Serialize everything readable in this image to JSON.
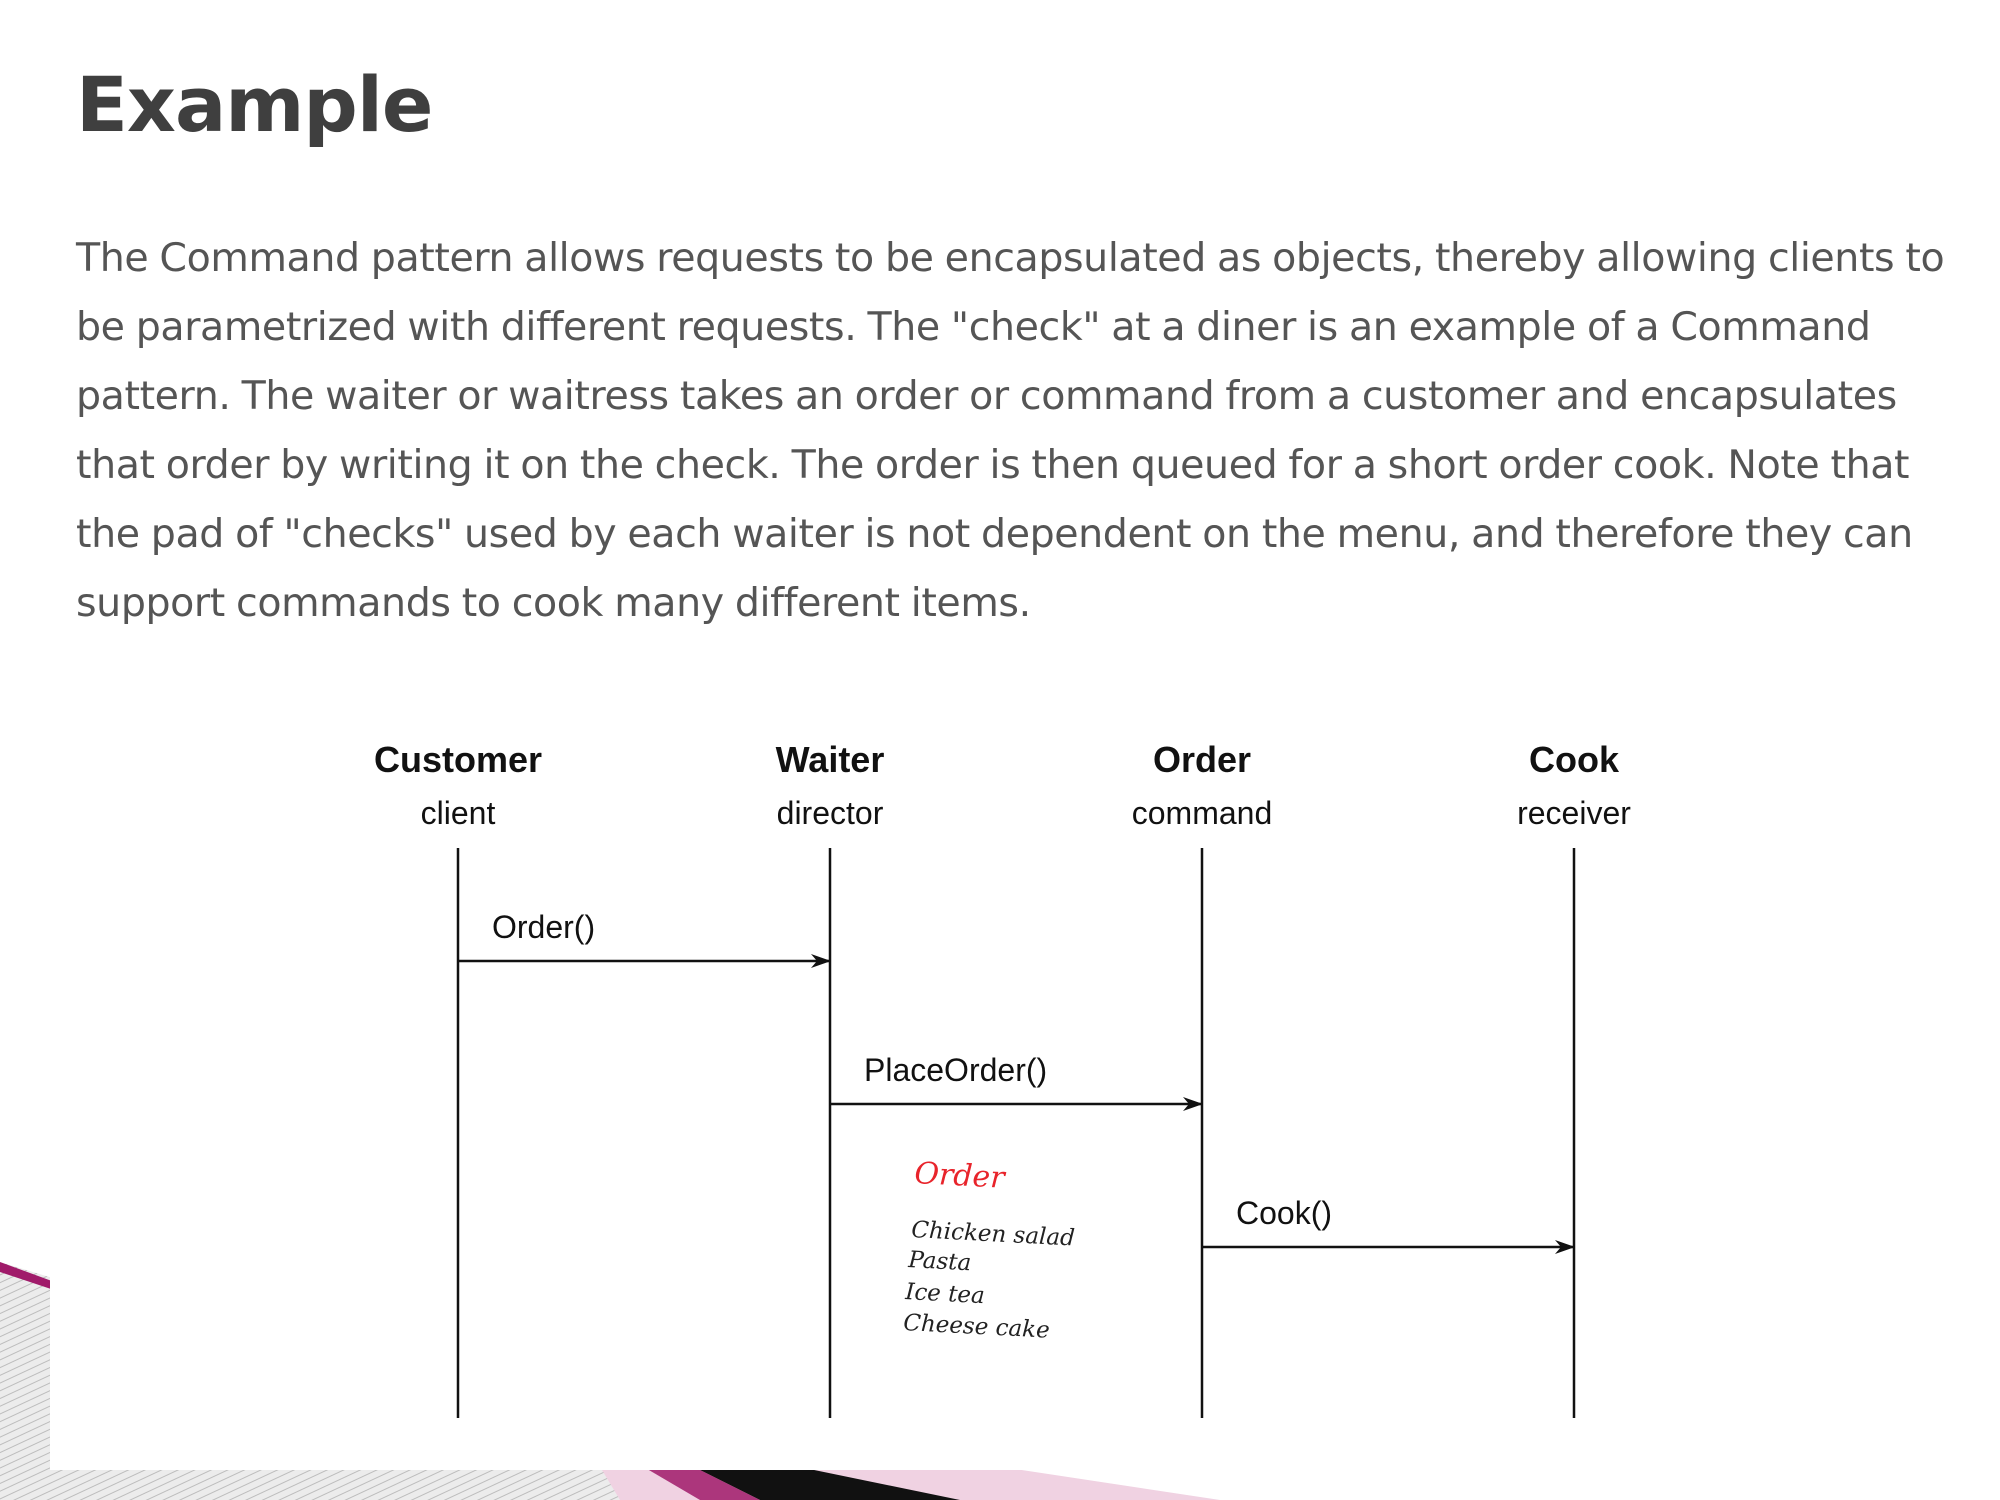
{
  "slide": {
    "title": "Example",
    "paragraph": "The Command pattern allows requests to be encapsulated as objects, thereby allowing clients to be parametrized with different requests. The \"check\" at a diner is an example of a Command pattern. The waiter or waitress takes an order or command from a customer and encapsulates that order by writing it on the check. The order is then queued for a short order cook. Note that the pad of \"checks\" used by each waiter is not dependent on the menu, and therefore they can support commands to cook many different items."
  },
  "diagram": {
    "actors": [
      {
        "name": "Customer",
        "role": "client"
      },
      {
        "name": "Waiter",
        "role": "director"
      },
      {
        "name": "Order",
        "role": "command"
      },
      {
        "name": "Cook",
        "role": "receiver"
      }
    ],
    "messages": [
      {
        "label": "Order()",
        "from": 0,
        "to": 1
      },
      {
        "label": "PlaceOrder()",
        "from": 1,
        "to": 2
      },
      {
        "label": "Cook()",
        "from": 2,
        "to": 3
      }
    ],
    "note": {
      "title": "Order",
      "items": [
        "Chicken salad",
        "Pasta",
        "Ice tea",
        "Cheese cake"
      ]
    }
  },
  "colors": {
    "title": "#3f3f3f",
    "body_text": "#555555",
    "note_title": "#e8242b",
    "accent_pink": "#f0d2e2",
    "accent_magenta": "#a01b6a"
  }
}
